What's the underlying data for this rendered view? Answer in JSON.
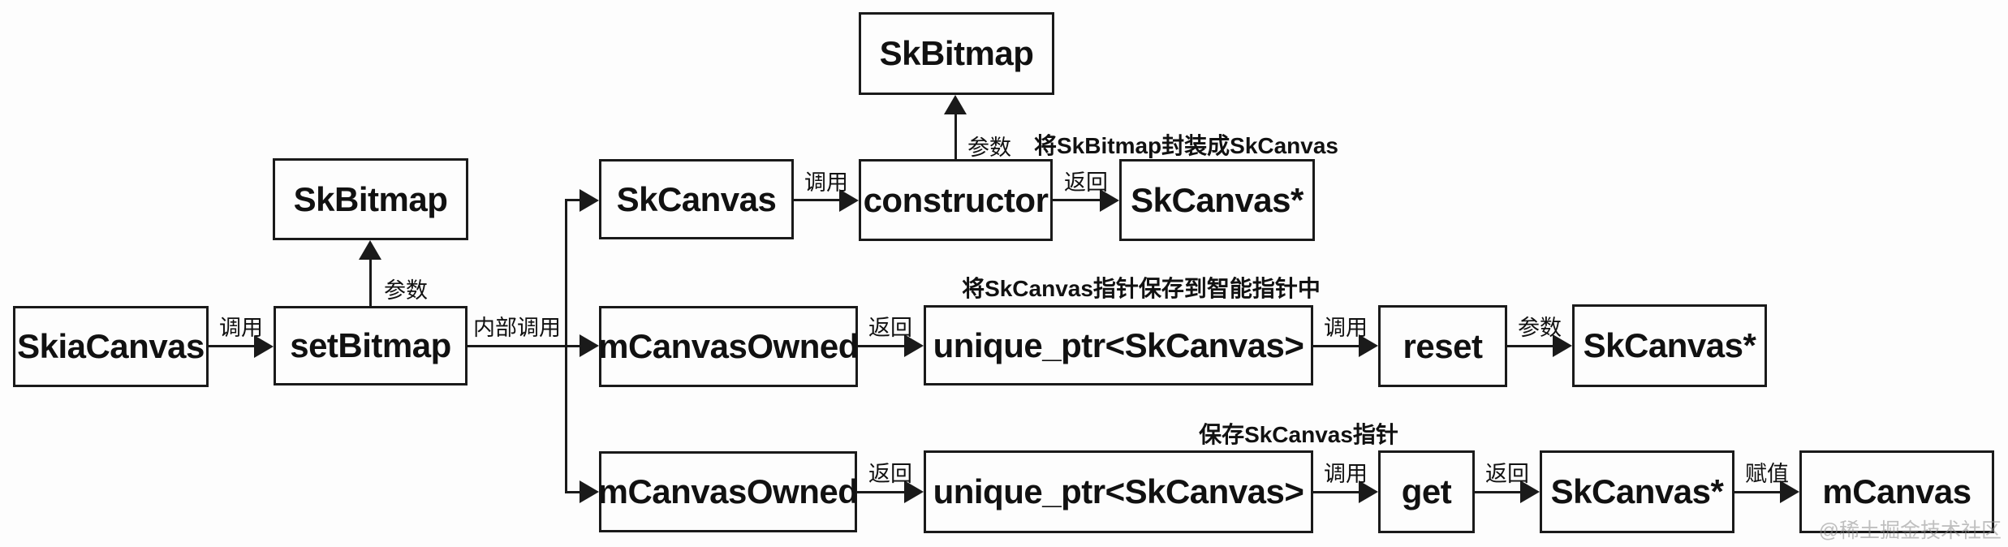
{
  "diagram": {
    "title_hint": "setBitmap call flow (SkiaCanvas / Skia)",
    "colors": {
      "background": "#fdfdfd",
      "stroke": "#1a1a1a",
      "text": "#111111",
      "watermark": "#8c8c8c"
    },
    "nodes": [
      {
        "id": "skbitmap-top",
        "label": "SkBitmap"
      },
      {
        "id": "skcanvas",
        "label": "SkCanvas"
      },
      {
        "id": "constructor",
        "label": "constructor"
      },
      {
        "id": "skcanvas-ptr-1",
        "label": "SkCanvas*"
      },
      {
        "id": "skbitmap-mid",
        "label": "SkBitmap"
      },
      {
        "id": "skiacanvas",
        "label": "SkiaCanvas"
      },
      {
        "id": "setbitmap",
        "label": "setBitmap"
      },
      {
        "id": "mcanvasowned-1",
        "label": "mCanvasOwned"
      },
      {
        "id": "uniqueptr-1",
        "label": "unique_ptr<SkCanvas>"
      },
      {
        "id": "reset",
        "label": "reset"
      },
      {
        "id": "skcanvas-ptr-2",
        "label": "SkCanvas*"
      },
      {
        "id": "mcanvasowned-2",
        "label": "mCanvasOwned"
      },
      {
        "id": "uniqueptr-2",
        "label": "unique_ptr<SkCanvas>"
      },
      {
        "id": "get",
        "label": "get"
      },
      {
        "id": "skcanvas-ptr-3",
        "label": "SkCanvas*"
      },
      {
        "id": "mcanvas",
        "label": "mCanvas"
      }
    ],
    "edge_labels": [
      {
        "from": "skiacanvas",
        "to": "setbitmap",
        "text": "调用"
      },
      {
        "from": "setbitmap",
        "to": "skbitmap-mid",
        "text": "参数"
      },
      {
        "from": "setbitmap",
        "to": "branch",
        "text": "内部调用"
      },
      {
        "from": "skcanvas",
        "to": "constructor",
        "text": "调用"
      },
      {
        "from": "constructor",
        "to": "skbitmap-top",
        "text": "参数"
      },
      {
        "from": "constructor",
        "to": "skcanvas-ptr-1",
        "text": "返回"
      },
      {
        "from": "mcanvasowned-1",
        "to": "uniqueptr-1",
        "text": "返回"
      },
      {
        "from": "uniqueptr-1",
        "to": "reset",
        "text": "调用"
      },
      {
        "from": "reset",
        "to": "skcanvas-ptr-2",
        "text": "参数"
      },
      {
        "from": "mcanvasowned-2",
        "to": "uniqueptr-2",
        "text": "返回"
      },
      {
        "from": "uniqueptr-2",
        "to": "get",
        "text": "调用"
      },
      {
        "from": "get",
        "to": "skcanvas-ptr-3",
        "text": "返回"
      },
      {
        "from": "skcanvas-ptr-3",
        "to": "mcanvas",
        "text": "赋值"
      }
    ],
    "annotations": [
      {
        "id": "wrap-note",
        "text": "将SkBitmap封装成SkCanvas"
      },
      {
        "id": "store-note",
        "text": "将SkCanvas指针保存到智能指针中"
      },
      {
        "id": "save-note",
        "text": "保存SkCanvas指针"
      }
    ],
    "watermark": "@稀土掘金技术社区"
  }
}
